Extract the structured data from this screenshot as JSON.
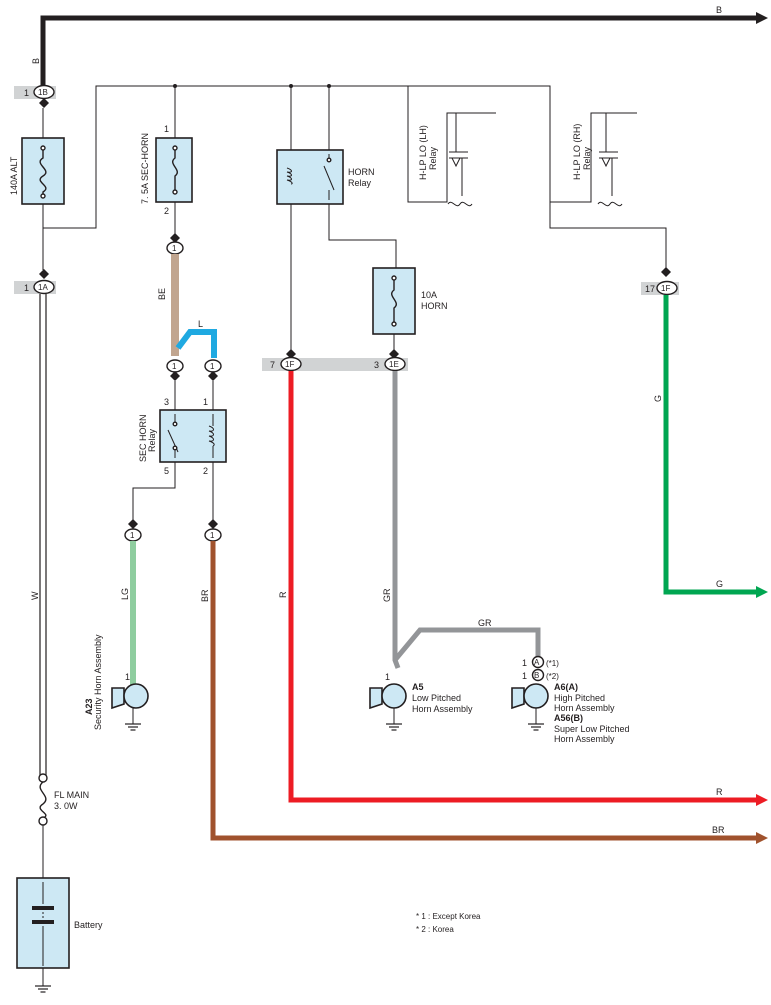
{
  "wire_colors": {
    "B": "#231f20",
    "W": "#ffffff",
    "BE": "#c1a58f",
    "L": "#1fa9e1",
    "LG": "#8fcd9f",
    "BR": "#a0522d",
    "R": "#ed1c24",
    "GR": "#939598",
    "G": "#00a651"
  },
  "wires": {
    "b_top": "B",
    "b_vertical": "B",
    "w_main": "W",
    "be": "BE",
    "l": "L",
    "lg": "LG",
    "br_vertical": "BR",
    "br_bottom": "BR",
    "r_vertical": "R",
    "r_bottom": "R",
    "gr_vertical": "GR",
    "gr_horn": "GR",
    "g_vertical": "G",
    "g_right": "G"
  },
  "connectors": {
    "alt_top": {
      "pin": "1",
      "label": "1B"
    },
    "alt_bottom": {
      "pin": "1",
      "label": "1A"
    },
    "sec_fuse_out": {
      "label": "1"
    },
    "sec_relay_in_left": {
      "label": "1"
    },
    "sec_relay_in_right": {
      "label": "1"
    },
    "lg_out": {
      "label": "1"
    },
    "br_out": {
      "label": "1"
    },
    "horn_relay_out": {
      "pin": "7",
      "label": "1F"
    },
    "horn_fuse_out": {
      "pin": "3",
      "label": "1E"
    },
    "g_conn": {
      "pin": "17",
      "label": "1F"
    }
  },
  "components": {
    "alt_fuse": "140A ALT",
    "sec_horn_fuse": "7. 5A SEC-HORN",
    "sec_horn_fuse_pin_top": "1",
    "sec_horn_fuse_pin_bottom": "2",
    "horn_relay": [
      "HORN",
      "Relay"
    ],
    "horn_fuse": [
      "10A",
      "HORN"
    ],
    "hlp_lh": [
      "H-LP LO (LH)",
      "Relay"
    ],
    "hlp_rh": [
      "H-LP LO (RH)",
      "Relay"
    ],
    "sec_horn_relay": [
      "SEC HORN",
      "Relay"
    ],
    "sec_relay_pins": {
      "p3": "3",
      "p1": "1",
      "p5": "5",
      "p2": "2"
    },
    "fl_main": [
      "FL MAIN",
      "3. 0W"
    ],
    "battery": "Battery"
  },
  "horns": {
    "a23": {
      "pin": "1",
      "code": "A23",
      "name": "Security Horn Assembly"
    },
    "a5": {
      "pin": "1",
      "code": "A5",
      "name": [
        "Low Pitched",
        "Horn Assembly"
      ]
    },
    "a6": {
      "pin_a": "1",
      "conn_a": "A",
      "note_a": "(*1)",
      "pin_b": "1",
      "conn_b": "B",
      "note_b": "(*2)",
      "code_a": "A6(A)",
      "name_a": [
        "High Pitched",
        "Horn Assembly"
      ],
      "code_b": "A56(B)",
      "name_b": [
        "Super Low Pitched",
        "Horn Assembly"
      ]
    }
  },
  "notes": [
    "* 1 : Except Korea",
    "* 2 : Korea"
  ]
}
